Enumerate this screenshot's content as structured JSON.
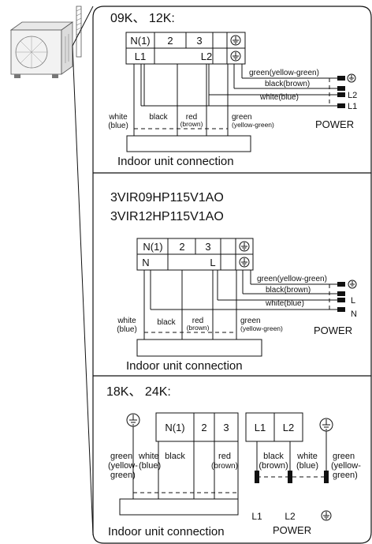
{
  "section1": {
    "heading": "09K、 12K:",
    "terminal_top": [
      "N(1)",
      "2",
      "3"
    ],
    "terminal_bottom": [
      "L1",
      "L2"
    ],
    "wire_labels": {
      "white": "white",
      "white_sub": "(blue)",
      "black": "black",
      "red": "red",
      "red_sub": "(brown)",
      "green": "green",
      "green_sub": "(yellow-green)"
    },
    "power_wires": [
      "green(yellow-green)",
      "black(brown)",
      "white(blue)"
    ],
    "power_terms": [
      "L2",
      "L1"
    ],
    "power_label": "POWER",
    "indoor_label": "Indoor unit connection"
  },
  "section2": {
    "model_1": "3VIR09HP115V1AO",
    "model_2": "3VIR12HP115V1AO",
    "terminal_top": [
      "N(1)",
      "2",
      "3"
    ],
    "terminal_bottom": [
      "N",
      "L"
    ],
    "wire_labels": {
      "white": "white",
      "white_sub": "(blue)",
      "black": "black",
      "red": "red",
      "red_sub": "(brown)",
      "green": "green",
      "green_sub": "(yellow-green)"
    },
    "power_wires": [
      "green(yellow-green)",
      "black(brown)",
      "white(blue)"
    ],
    "power_terms": [
      "L",
      "N"
    ],
    "power_label": "POWER",
    "indoor_label": "Indoor unit connection"
  },
  "section3": {
    "heading": "18K、 24K:",
    "terminals": [
      "N(1)",
      "2",
      "3",
      "L1",
      "L2"
    ],
    "labels": {
      "green_l1": "green",
      "green_l2": "(yellow-",
      "green_l3": "green)",
      "white": "white",
      "white_sub": "(blue)",
      "black": "black",
      "red": "red",
      "red_sub": "(brown)",
      "black2": "black",
      "black2_sub": "(brown)",
      "white2": "white",
      "white2_sub": "(blue)",
      "green2_l1": "green",
      "green2_l2": "(yellow-",
      "green2_l3": "green)"
    },
    "bottom_terms": [
      "L1",
      "L2"
    ],
    "power_label": "POWER",
    "indoor_label": "Indoor unit connection"
  }
}
